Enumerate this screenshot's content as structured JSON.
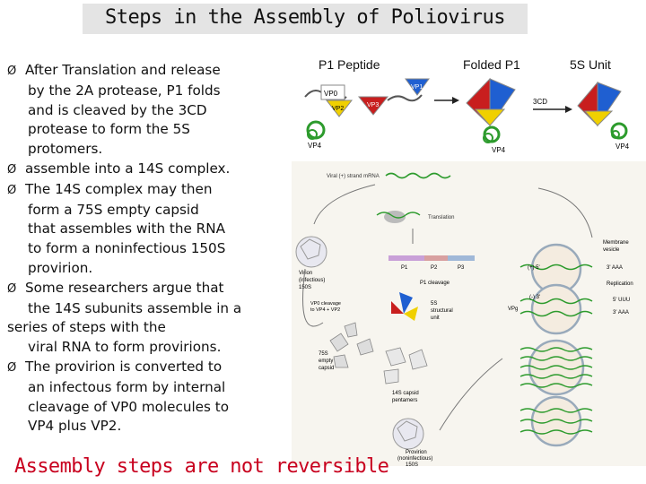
{
  "title": "Steps in the Assembly of Poliovirus",
  "bullets": [
    {
      "marker": "Ø",
      "first": "After Translation and release",
      "rest": [
        "by the 2A protease, P1 folds",
        "and is cleaved by the 3CD",
        "protease to form the 5S",
        "protomers."
      ]
    },
    {
      "marker": "Ø",
      "first": "assemble into a 14S complex.",
      "rest": []
    },
    {
      "marker": "Ø",
      "first": "The 14S complex may then",
      "rest": [
        "form a 75S empty capsid",
        "that assembles with the RNA",
        "to form a noninfectious 150S",
        "provirion."
      ]
    },
    {
      "marker": "Ø",
      "first": "Some researchers argue that",
      "rest": [
        "the 14S subunits assemble in a"
      ]
    },
    {
      "marker": "",
      "first": "series of steps with the",
      "rest": []
    },
    {
      "marker": "",
      "first": "",
      "rest": [
        "viral RNA to form provirions."
      ]
    },
    {
      "marker": "Ø",
      "first": "The provirion is converted to",
      "rest": [
        "an infectous form by internal",
        "cleavage of VP0 molecules to",
        "VP4 plus VP2."
      ]
    }
  ],
  "footer": "Assembly steps are not reversible",
  "headers": {
    "p1": "P1 Peptide",
    "folded": "Folded P1",
    "unit": "5S Unit"
  },
  "top_diagram": {
    "vp0": "VP0",
    "vp2": "VP2",
    "vp3": "VP3",
    "vp1": "VP1",
    "vp4": "VP4",
    "cd": "3CD"
  },
  "cycle": {
    "mrna": "Viral (+) strand mRNA",
    "translation": "Translation",
    "p1": "P1",
    "p2": "P2",
    "p3": "P3",
    "cleavage": "P1 cleavage",
    "structural": [
      "5S",
      "structural",
      "unit"
    ],
    "virion": [
      "Virion",
      "(infectious)",
      "150S"
    ],
    "vp0cleave": [
      "VP0 cleavage",
      "to VP4 + VP2"
    ],
    "empty": [
      "75S",
      "empty",
      "capsid"
    ],
    "pentamer": [
      "14S capsid",
      "pentamers"
    ],
    "provirion": [
      "Provirion",
      "(noninfectious)",
      "150S"
    ],
    "membrane": [
      "Membrane",
      "vesicle"
    ],
    "replication": "Replication",
    "strands": [
      "(+) 5'",
      "3' AAA",
      "(-) 3'",
      "5' UUU",
      "3' AAA",
      "VPg"
    ]
  },
  "colors": {
    "vp1": "#1f5fd1",
    "vp2": "#f0d000",
    "vp3": "#c81e1e",
    "rna": "#2d9b2d",
    "accent": "#c8001e"
  }
}
